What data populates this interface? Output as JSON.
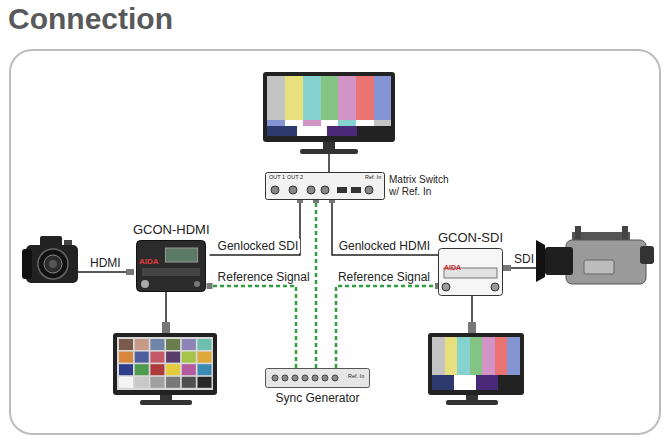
{
  "diagram": {
    "title": "Connection",
    "nodes": [
      {
        "text": [
          "Matrix Switch w/ Ref. In"
        ]
      },
      {
        "text": [
          "GCON-HDMI"
        ]
      },
      {
        "text": [
          "GCON-SDI"
        ]
      },
      {
        "text": [
          "Sync Generator"
        ]
      }
    ],
    "edges": [
      {
        "from": 1,
        "to": 0,
        "arrow": "none",
        "label": "Genlocked SDI"
      },
      {
        "from": 2,
        "to": 0,
        "arrow": "none",
        "label": "Genlocked HDMI"
      },
      {
        "from": 3,
        "to": 1,
        "arrow": "none",
        "label": "Reference Signal"
      },
      {
        "from": 3,
        "to": 2,
        "arrow": "none",
        "label": "Reference Signal"
      },
      {
        "from": 3,
        "to": 0,
        "arrow": "none"
      }
    ],
    "labels": [
      "HDMI",
      "SDI",
      "AIDA",
      "AIDA",
      "OUT 1",
      "OUT 2",
      "Ref. In",
      "Ref. In"
    ]
  }
}
